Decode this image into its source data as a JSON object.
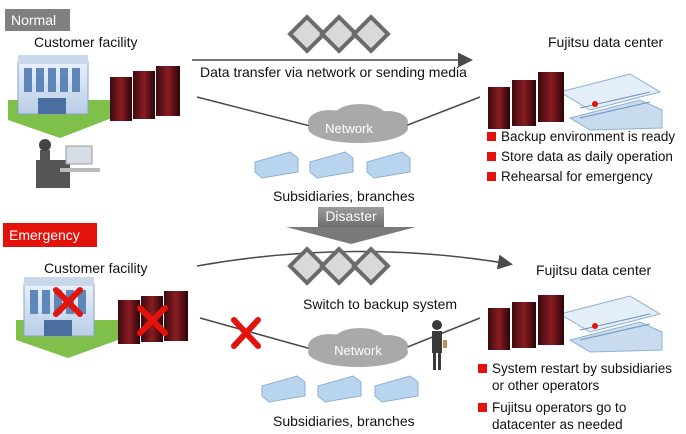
{
  "normal": {
    "tag": "Normal",
    "customer_facility": "Customer facility",
    "data_transfer": "Data transfer via network or sending media",
    "datacenter": "Fujitsu data center",
    "network": "Network",
    "subsidiaries": "Subsidiaries, branches",
    "bullets": [
      "Backup environment is ready",
      "Store data as daily operation",
      "Rehearsal for emergency"
    ]
  },
  "disaster": "Disaster",
  "emergency": {
    "tag": "Emergency",
    "customer_facility": "Customer facility",
    "switch": "Switch to backup system",
    "datacenter": "Fujitsu data center",
    "network": "Network",
    "subsidiaries": "Subsidiaries, branches",
    "bullets": [
      "System restart by subsidiaries",
      "or other operators",
      "Fujitsu operators go to",
      "datacenter as needed"
    ]
  },
  "colors": {
    "accent_red": "#e3120b",
    "normal_tag": "#808080",
    "cloud": "#a9a9a9",
    "arrow": "#8c8c8c"
  }
}
